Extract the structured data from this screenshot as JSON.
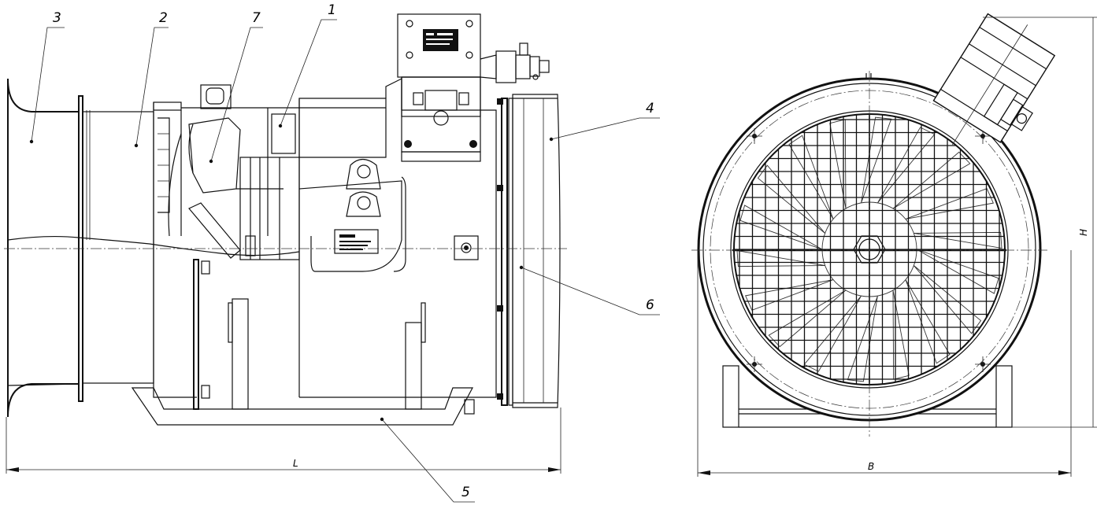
{
  "side_view": {
    "callouts": [
      {
        "id": "callout-1",
        "text": "1"
      },
      {
        "id": "callout-2",
        "text": "2"
      },
      {
        "id": "callout-3",
        "text": "3"
      },
      {
        "id": "callout-4",
        "text": "4"
      },
      {
        "id": "callout-5",
        "text": "5"
      },
      {
        "id": "callout-6",
        "text": "6"
      },
      {
        "id": "callout-7",
        "text": "7"
      }
    ],
    "dimension_length_label": "L"
  },
  "front_view": {
    "dimension_width_label": "B",
    "dimension_height_label": "Н"
  }
}
